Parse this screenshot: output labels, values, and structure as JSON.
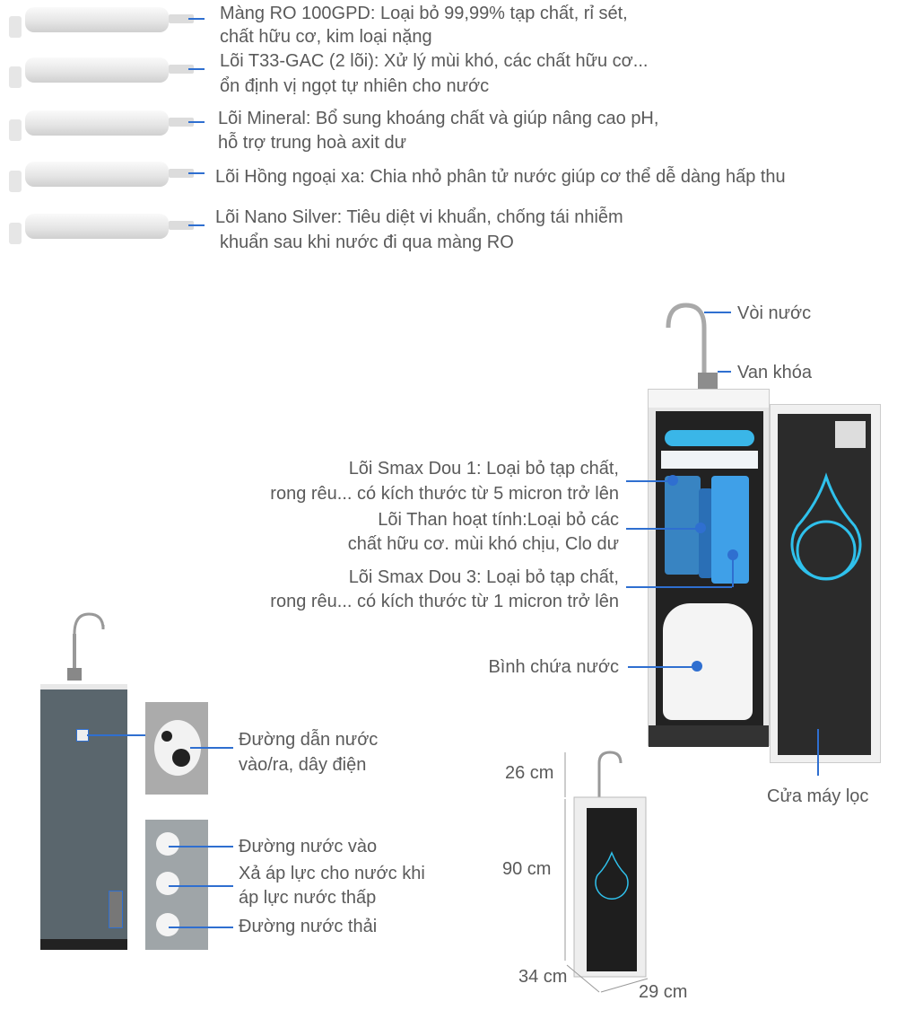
{
  "filters": [
    {
      "lines": [
        "Màng RO 100GPD: Loại bỏ 99,99% tạp chất, rỉ sét,",
        "chất hữu cơ, kim loại nặng"
      ]
    },
    {
      "lines": [
        "Lõi T33-GAC (2 lõi): Xử lý mùi khó, các chất hữu cơ...",
        "ổn định vị ngọt tự nhiên cho nước"
      ]
    },
    {
      "lines": [
        "Lõi Mineral: Bổ sung khoáng chất và giúp nâng cao pH,",
        "hỗ trợ trung hoà axit dư"
      ]
    },
    {
      "lines": [
        "Lõi Hồng ngoại xa: Chia nhỏ phân tử nước giúp cơ thể dễ dàng hấp thu"
      ]
    },
    {
      "lines": [
        "Lõi Nano Silver: Tiêu diệt vi khuẩn, chống tái nhiễm",
        "khuẩn sau khi nước đi qua màng RO"
      ]
    }
  ],
  "machine": {
    "faucet": "Vòi nước",
    "valve": "Van khóa",
    "door": "Cửa máy lọc",
    "tank": "Bình chứa nước",
    "smax1": [
      "Lõi Smax Dou 1: Loại bỏ tạp chất,",
      "rong rêu... có kích thước từ 5 micron trở lên"
    ],
    "carbon": [
      "Lõi Than hoạt tính:Loại bỏ các",
      "chất hữu cơ. mùi khó chịu, Clo dư"
    ],
    "smax3": [
      "Lõi Smax Dou 3: Loại bỏ tạp chất,",
      "rong rêu... có kích thước từ 1 micron trở lên"
    ]
  },
  "side": {
    "ports": [
      "Đường dẫn nước",
      "vào/ra, dây điện"
    ],
    "inlet": "Đường nước vào",
    "pressure": [
      "Xả áp lực cho nước khi",
      "áp lực nước thấp"
    ],
    "waste": "Đường nước thải"
  },
  "dimensions": {
    "top": "26 cm",
    "height": "90 cm",
    "depth": "34 cm",
    "width": "29 cm"
  },
  "colors": {
    "accent": "#2f6fd0",
    "text": "#5a5a5a",
    "panel": "#2b2b2b",
    "cabinet": "#56636b"
  }
}
